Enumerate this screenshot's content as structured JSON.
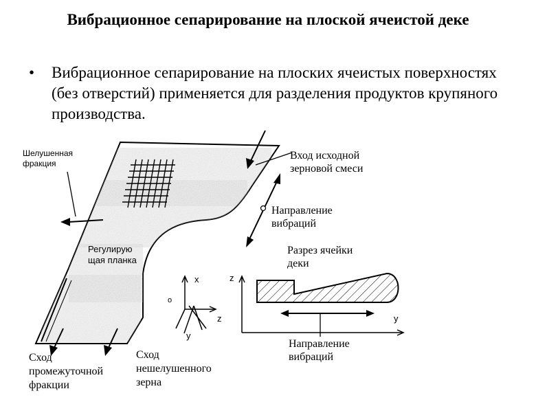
{
  "title": "Вибрационное сепарирование на плоской ячеистой деке",
  "bullet": {
    "marker": "•",
    "text": "Вибрационное сепарирование на плоских ячеистых поверхностях (без отверстий) применяется для разделения продуктов крупяного производства."
  },
  "diagram": {
    "husked_fraction": [
      "Шелушенная",
      "фракция"
    ],
    "input_mixture": [
      "Вход исходной",
      "зерновой смеси"
    ],
    "vibration_direction": [
      "Направление",
      "вибраций"
    ],
    "adjustable_bar": [
      "Регулирую",
      "щая планка"
    ],
    "cell_section": [
      "Разрез ячейки",
      "деки"
    ],
    "intermediate_exit": [
      "Сход",
      "промежуточной",
      "фракции"
    ],
    "unhusked_exit": [
      "Сход",
      "нешелушенного",
      "зерна"
    ],
    "vibration_direction_bottom": [
      "Направление",
      "вибраций"
    ],
    "axes_3d": {
      "x": "x",
      "o": "o",
      "z": "z",
      "y": "y"
    },
    "axes_2d": {
      "z": "z",
      "y": "y"
    }
  }
}
